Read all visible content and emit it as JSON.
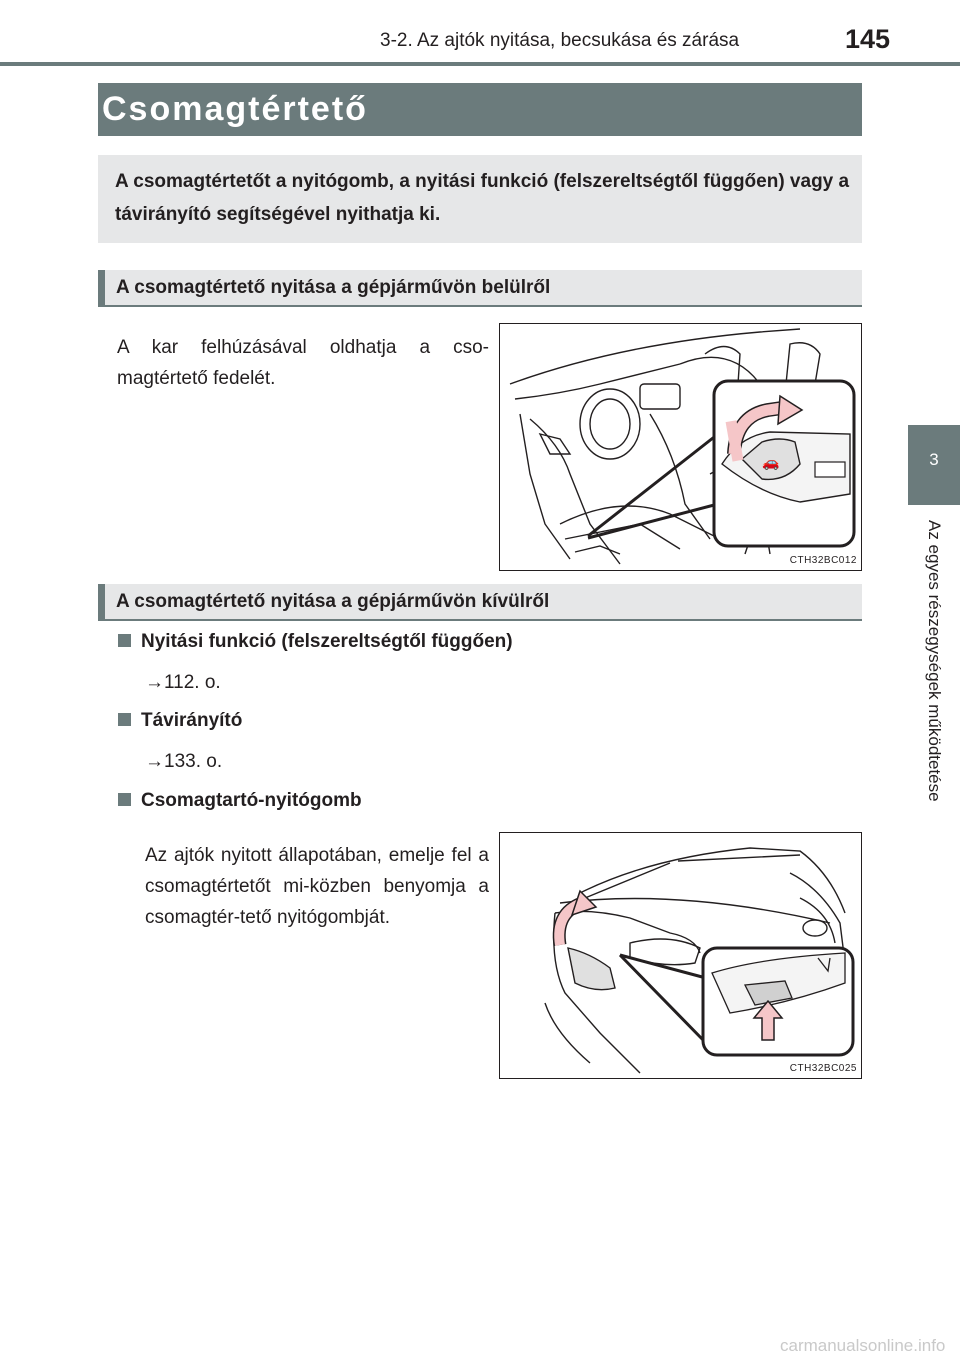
{
  "header": {
    "running_head": "3-2. Az ajtók nyitása, becsukása és zárása",
    "page_number": "145"
  },
  "side_tab": {
    "chapter_number": "3",
    "chapter_title": "Az egyes részegységek működtetése"
  },
  "title": "Csomagtértető",
  "intro": "A csomagtértetőt a nyitógomb, a nyitási funkció (felszereltségtől függően) vagy a távirányító segítségével nyithatja ki.",
  "section1": {
    "heading": "A csomagtértető nyitása a gépjárművön belülről",
    "body": "A kar felhúzásával oldhatja a cso-magtértető fedelét.",
    "figure_code": "CTH32BC012"
  },
  "section2": {
    "heading": "A csomagtértető nyitása a gépjárművön kívülről",
    "items": [
      {
        "label": "Nyitási funkció (felszereltségtől függően)",
        "ref": "→112. o."
      },
      {
        "label": "Távirányító",
        "ref": "→133. o."
      },
      {
        "label": "Csomagtartó-nyitógomb"
      }
    ],
    "body": "Az ajtók nyitott állapotában, emelje fel a csomagtértetőt mi-közben benyomja a csomagtér-tető nyitógombját.",
    "figure_code": "CTH32BC025"
  },
  "watermark": "carmanualsonline.info"
}
